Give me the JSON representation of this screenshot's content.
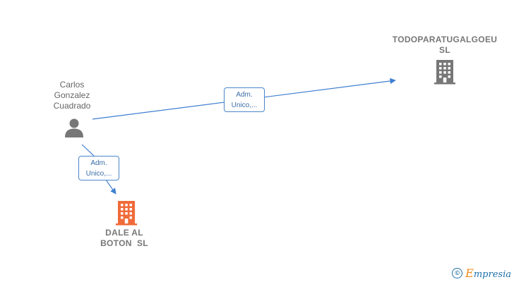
{
  "nodes": {
    "person": {
      "name_lines": [
        "Carlos",
        "Gonzalez",
        "Cuadrado"
      ],
      "icon": "person-icon",
      "color": "#777777"
    },
    "company_top": {
      "name_lines": [
        "TODOPARATUGALGOEU",
        "SL"
      ],
      "icon": "building-icon",
      "color": "#777777"
    },
    "company_main": {
      "name_lines": [
        "DALE AL",
        "BOTON  SL"
      ],
      "icon": "building-icon",
      "color": "#f06b3a"
    }
  },
  "edges": [
    {
      "from": "person",
      "to": "company_top",
      "label_lines": [
        "Adm.",
        "Unico,..."
      ]
    },
    {
      "from": "person",
      "to": "company_main",
      "label_lines": [
        "Adm.",
        "Unico,..."
      ]
    }
  ],
  "edge_color": "#3f7fd0",
  "watermark": {
    "symbol": "©",
    "first_letter": "E",
    "rest": "mpresia"
  }
}
